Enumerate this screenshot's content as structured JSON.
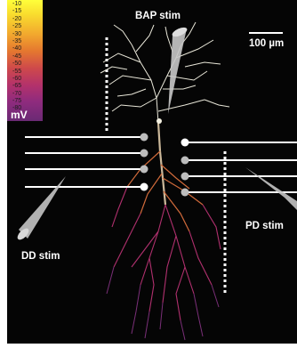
{
  "labels": {
    "bap": "BAP stim",
    "scale": "100 µm",
    "pd": "PD stim",
    "dd": "DD stim"
  },
  "colorbar": {
    "unit": "mV",
    "ticks": [
      "-10",
      "-15",
      "-20",
      "-25",
      "-30",
      "-35",
      "-40",
      "-45",
      "-50",
      "-55",
      "-60",
      "-65",
      "-70",
      "-75",
      "-80"
    ],
    "colors": [
      "#ffff3a",
      "#f2a92e",
      "#cf4a4a",
      "#8f2b7e",
      "#6a2a74"
    ]
  }
}
